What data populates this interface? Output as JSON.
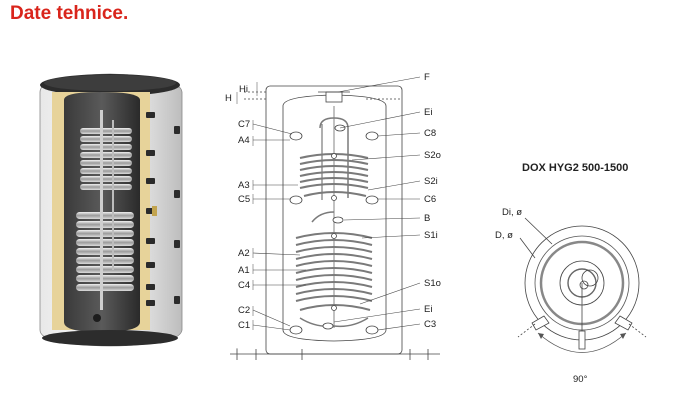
{
  "heading": "Date tehnice.",
  "model_name": "DOX HYG2 500-1500",
  "diagram": {
    "left_labels": [
      "Hi",
      "H",
      "C7",
      "A4",
      "A3",
      "C5",
      "A2",
      "A1",
      "C4",
      "C2",
      "C1"
    ],
    "right_labels": [
      "F",
      "Ei",
      "C8",
      "S2o",
      "S2i",
      "C6",
      "B",
      "S1i",
      "S1o",
      "Ei",
      "C3"
    ]
  },
  "plan_view": {
    "labels": [
      "Di, ø",
      "D, ø"
    ],
    "angle": "90°"
  },
  "colors": {
    "heading": "#d9251c",
    "line": "#444444",
    "coil": "#8a8a8a"
  }
}
